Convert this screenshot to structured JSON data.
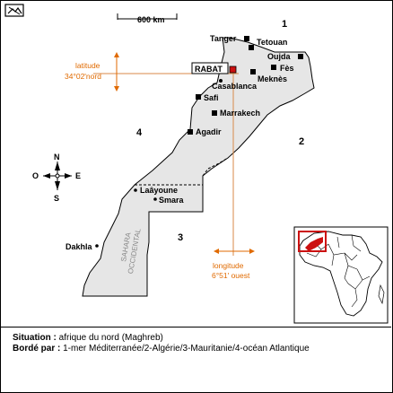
{
  "map": {
    "scale_label": "600 km",
    "compass": {
      "north": "N",
      "south": "S",
      "east": "E",
      "west": "O"
    },
    "capital": "RABAT",
    "cities": [
      {
        "name": "Tanger"
      },
      {
        "name": "Tetouan"
      },
      {
        "name": "Oujda"
      },
      {
        "name": "Fès"
      },
      {
        "name": "Meknès"
      },
      {
        "name": "Casablanca"
      },
      {
        "name": "Safi"
      },
      {
        "name": "Marrakech"
      },
      {
        "name": "Agadir"
      },
      {
        "name": "Laâyoune"
      },
      {
        "name": "Smara"
      },
      {
        "name": "Dakhla"
      }
    ],
    "region_numbers": [
      "1",
      "2",
      "3",
      "4"
    ],
    "sahara_label_line1": "SAHARA",
    "sahara_label_line2": "OCCIDENTAL",
    "latitude": {
      "label": "latitude",
      "value": "34°02'nord"
    },
    "longitude": {
      "label": "longitude",
      "value": "6°51' ouest"
    },
    "colors": {
      "country_fill": "#e6e6e6",
      "annotation": "#e06a00",
      "capital_marker": "#cc1111"
    }
  },
  "info": {
    "situation_label": "Situation :",
    "situation_value": "afrique du nord (Maghreb)",
    "border_label": "Bordé par :",
    "border_value": "1-mer Méditerranée/2-Algérie/3-Mauritanie/4-océan Atlantique"
  },
  "icons": {
    "corner": "map-picture-icon"
  }
}
